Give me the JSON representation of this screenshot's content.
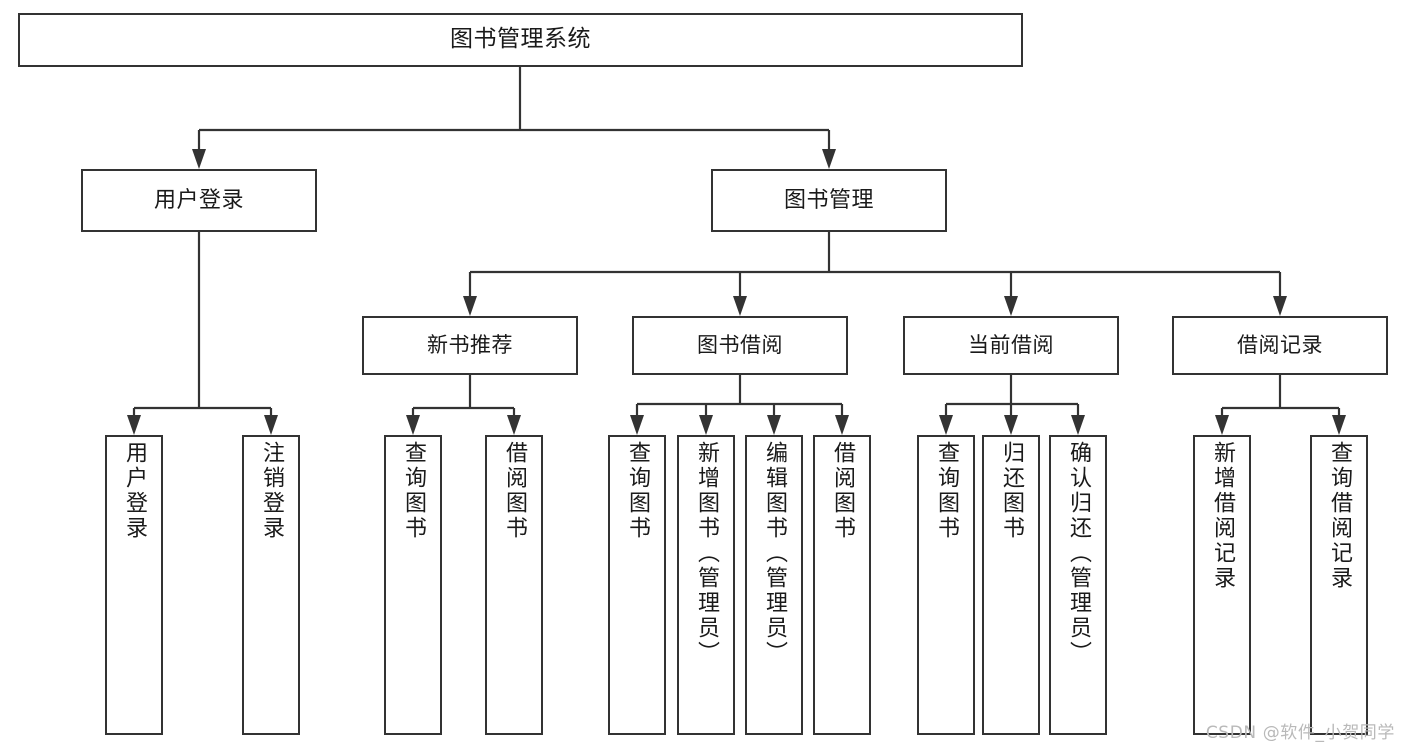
{
  "diagram": {
    "title": "图书管理系统",
    "type": "tree",
    "watermark": "CSDN @软件_小贺同学",
    "colors": {
      "box_border": "#333333",
      "box_fill": "#ffffff",
      "connector": "#333333",
      "text": "#1a1a1a",
      "watermark": "#b9b9b9",
      "background": "#ffffff"
    },
    "root": {
      "label": "图书管理系统"
    },
    "level2": [
      {
        "label": "用户登录"
      },
      {
        "label": "图书管理"
      }
    ],
    "level3": [
      {
        "label": "新书推荐"
      },
      {
        "label": "图书借阅"
      },
      {
        "label": "当前借阅"
      },
      {
        "label": "借阅记录"
      }
    ],
    "leaves": {
      "user_login": [
        {
          "label": "用户登录"
        },
        {
          "label": "注销登录"
        }
      ],
      "new_book_recommend": [
        {
          "label": "查询图书"
        },
        {
          "label": "借阅图书"
        }
      ],
      "book_borrow": [
        {
          "label": "查询图书"
        },
        {
          "label": "新增图书（管理员）"
        },
        {
          "label": "编辑图书（管理员）"
        },
        {
          "label": "借阅图书"
        }
      ],
      "current_borrow": [
        {
          "label": "查询图书"
        },
        {
          "label": "归还图书"
        },
        {
          "label": "确认归还（管理员）"
        }
      ],
      "borrow_record": [
        {
          "label": "新增借阅记录"
        },
        {
          "label": "查询借阅记录"
        }
      ]
    }
  }
}
